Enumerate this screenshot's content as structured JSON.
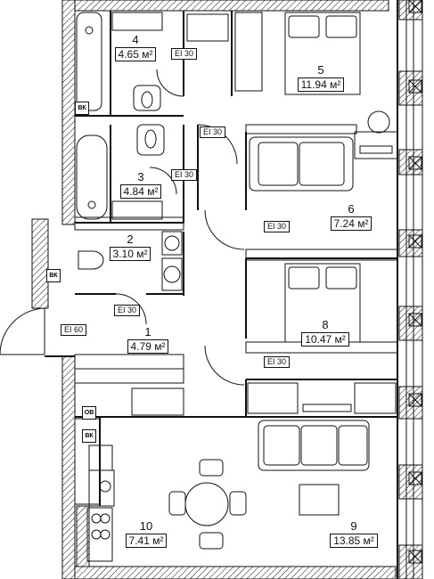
{
  "rooms": [
    {
      "number": "1",
      "area": "4.79 м²"
    },
    {
      "number": "2",
      "area": "3.10 м²"
    },
    {
      "number": "3",
      "area": "4.84 м²"
    },
    {
      "number": "4",
      "area": "4.65 м²"
    },
    {
      "number": "5",
      "area": "11.94 м²"
    },
    {
      "number": "6",
      "area": "7.24 м²"
    },
    {
      "number": "8",
      "area": "10.47 м²"
    },
    {
      "number": "9",
      "area": "13.85 м²"
    },
    {
      "number": "10",
      "area": "7.41 м²"
    }
  ],
  "door_ratings": [
    "EI 30",
    "EI 30",
    "EI 30",
    "EI 30",
    "EI 30",
    "EI 30",
    "EI 60"
  ],
  "shaft_labels": [
    "ВК",
    "ВК",
    "ВК",
    "ОВ"
  ],
  "colors": {
    "wall": "#111111",
    "hatch": "#111111",
    "background": "#ffffff"
  }
}
